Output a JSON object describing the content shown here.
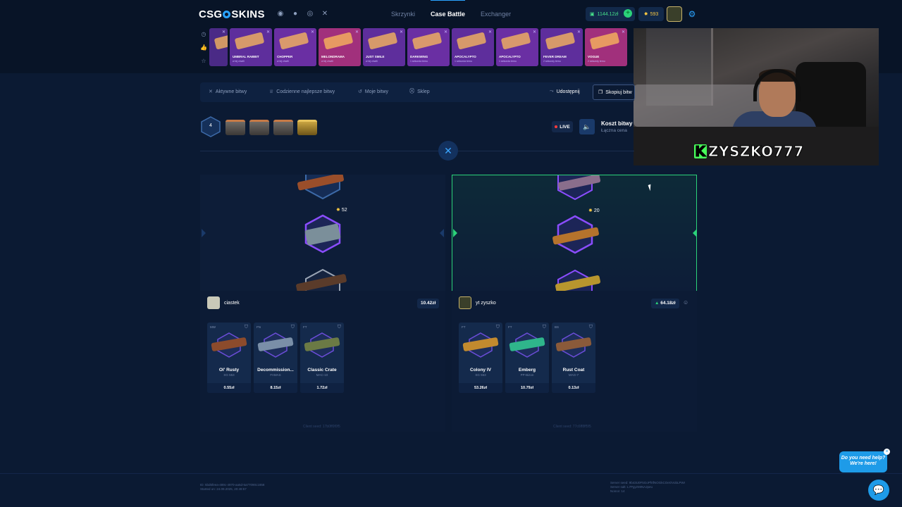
{
  "header": {
    "logo_left": "CSG",
    "logo_right": "SKINS",
    "nav": [
      "Skrzynki",
      "Case Battle",
      "Exchanger"
    ],
    "balance": "1144.12zł",
    "coins": "593"
  },
  "drops": [
    {
      "name": "",
      "sub": "",
      "color": "#4a2a86"
    },
    {
      "name": "UMBRAL RABBIT",
      "sub": "w tej chwili",
      "color": "#5e2e9c"
    },
    {
      "name": "CHOPPER",
      "sub": "w tej chwili",
      "color": "#6a2fa3"
    },
    {
      "name": "MELONDRAMA",
      "sub": "w tej chwili",
      "color": "#a1307c"
    },
    {
      "name": "JUST SMILE",
      "sub": "w tej chwili",
      "color": "#5e2e9c"
    },
    {
      "name": "DARKWING",
      "sub": "1 sekunda temu",
      "color": "#6a2fa3"
    },
    {
      "name": "APOCALYPTO",
      "sub": "1 sekunda temu",
      "color": "#5e2e9c"
    },
    {
      "name": "APOCALYPTO",
      "sub": "1 sekunda temu",
      "color": "#6a2fa3"
    },
    {
      "name": "FEVER DREAM",
      "sub": "2 sekundy temu",
      "color": "#5e2e9c"
    },
    {
      "name": "VOGUE",
      "sub": "2 sekundy temu",
      "color": "#a1307c"
    }
  ],
  "webcam": {
    "name": "ZYSZKO777",
    "badge": "K"
  },
  "subnav": {
    "active": "Aktywne bitwy",
    "daily": "Codzienne najlepsze bitwy",
    "mine": "Moje bitwy",
    "shop": "Sklep",
    "share": "Udostępnij",
    "copy": "Skopiuj bitw"
  },
  "battle": {
    "round": "4",
    "live": "LIVE",
    "cost_title": "Koszt bitwy",
    "cost_sub": "Łączna cena",
    "left_coin": "52",
    "right_coin": "20"
  },
  "players": [
    {
      "name": "ciastek",
      "total": "10.42zł",
      "seed": "Client seed: 17b0ff0f0f5",
      "items": [
        {
          "cond": "MW",
          "name": "Ol' Rusty",
          "weapon": "SG 553",
          "price": "0.55zł",
          "gun": "#8c4b2c"
        },
        {
          "cond": "FN",
          "name": "Decommission...",
          "weapon": "FAMAS",
          "price": "8.15zł",
          "gun": "#7a8fa8"
        },
        {
          "cond": "FT",
          "name": "Classic Crate",
          "weapon": "MAC-10",
          "price": "1.72zł",
          "gun": "#6b7a45"
        }
      ]
    },
    {
      "name": "yt zyszko",
      "total": "64.18zł",
      "seed": "Client seed: 77c6ff8ff5f5",
      "items": [
        {
          "cond": "FT",
          "name": "Colony IV",
          "weapon": "SG 553",
          "price": "53.26zł",
          "gun": "#c28a2e"
        },
        {
          "cond": "FT",
          "name": "Emberg",
          "weapon": "PP-Bizon",
          "price": "10.79zł",
          "gun": "#2fb58b"
        },
        {
          "cond": "BS",
          "name": "Rust Coat",
          "weapon": "MAG-7",
          "price": "0.13zł",
          "gun": "#8a5a3a"
        }
      ]
    }
  ],
  "footer": {
    "left1": "ID: 5bd5feea-489c-4970-aa5d-5a77090c1858",
    "left2": "Started on: 24.09.2025, 20:49:57",
    "right1": "Server seed: 9b43U0F5GoPfrtfNOGkCOeOVobLPWI",
    "right2": "Server salt: L7PgyzMINAJpeu",
    "right3": "Nonce: 14"
  },
  "help": {
    "line1": "Do you need help?",
    "line2": "We're here!"
  },
  "colors": {
    "accent": "#2aa3ff",
    "win": "#2bd37a",
    "bg": "#0b1a33"
  }
}
